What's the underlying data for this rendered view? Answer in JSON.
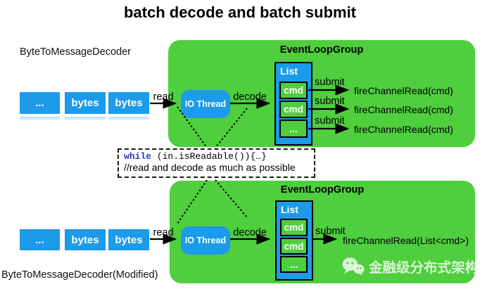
{
  "title": "batch decode and batch submit",
  "colors": {
    "green": "#4FCE3E",
    "blue": "#1B9BE9",
    "kwblue": "#2B35B8"
  },
  "top": {
    "decoder_label": "ByteToMessageDecoder",
    "queue": [
      "...",
      "bytes",
      "bytes"
    ],
    "read_label": "read",
    "io_thread_label": "IO Thread",
    "decode_label": "decode",
    "group_label": "EventLoopGroup",
    "list_label": "List",
    "list_items": [
      "cmd",
      "cmd",
      "..."
    ],
    "submit_labels": [
      "submit",
      "submit",
      "submit"
    ],
    "outputs": [
      "fireChannelRead(cmd)",
      "fireChannelRead(cmd)",
      "fireChannelRead(cmd)"
    ]
  },
  "code_box": {
    "keyword": "while",
    "code_rest": " (in.isReadable()){…}",
    "comment": "//read and decode as much as possible"
  },
  "bottom": {
    "decoder_label": "ByteToMessageDecoder(Modified)",
    "queue": [
      "...",
      "bytes",
      "bytes"
    ],
    "read_label": "read",
    "io_thread_label": "IO Thread",
    "decode_label": "decode",
    "group_label": "EventLoopGroup",
    "list_label": "List",
    "list_items": [
      "cmd",
      "cmd",
      "..."
    ],
    "submit_label": "submit",
    "output": "fireChannelRead(List<cmd>)"
  },
  "watermark": {
    "icon": "wechat-icon",
    "text": "金融级分布式架构"
  }
}
